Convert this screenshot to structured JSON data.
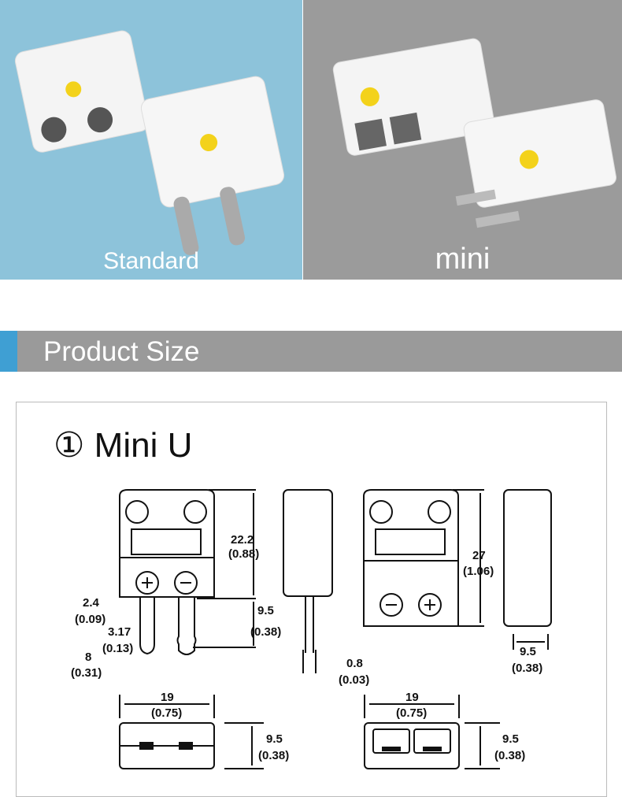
{
  "photos": [
    {
      "label": "Standard"
    },
    {
      "label": "mini"
    }
  ],
  "banner": {
    "title": "Product Size"
  },
  "section": {
    "title": "① Mini U"
  },
  "dimensions": {
    "height_top": "22.2",
    "height_top_in": "(0.88)",
    "pin_len": "9.5",
    "pin_len_in": "(0.38)",
    "pin_dia": "2.4",
    "pin_dia_in": "(0.09)",
    "pin_wide": "3.17",
    "pin_wide_in": "(0.13)",
    "pin_spacing": "8",
    "pin_spacing_in": "(0.31)",
    "pin_thick": "0.8",
    "pin_thick_in": "(0.03)",
    "female_height": "27",
    "female_height_in": "(1.06)",
    "side_width": "9.5",
    "side_width_in": "(0.38)",
    "face_width": "19",
    "face_width_in": "(0.75)",
    "face_height": "9.5",
    "face_height_in": "(0.38)",
    "face_width2": "19",
    "face_width2_in": "(0.75)",
    "face_height2": "9.5",
    "face_height2_in": "(0.38)"
  }
}
